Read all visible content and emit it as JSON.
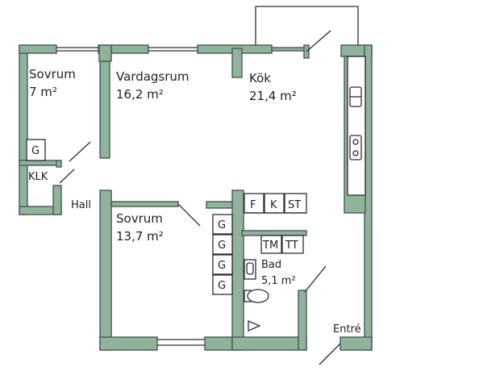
{
  "rooms": {
    "sovrum_small": {
      "name": "Sovrum",
      "area": "7 m²"
    },
    "vardagsrum": {
      "name": "Vardagsrum",
      "area": "16,2 m²"
    },
    "kok": {
      "name": "Kök",
      "area": "21,4 m²"
    },
    "klk": {
      "name": "KLK"
    },
    "hall": {
      "name": "Hall"
    },
    "sovrum_large": {
      "name": "Sovrum",
      "area": "13,7 m²"
    },
    "bad": {
      "name": "Bad",
      "area": "5,1 m²"
    },
    "entre": {
      "name": "Entré"
    }
  },
  "fixtures": {
    "g_sovrum": "G",
    "f": "F",
    "k": "K",
    "st": "ST",
    "tm": "TM",
    "tt": "TT",
    "g_stack": [
      "G",
      "G",
      "G",
      "G"
    ]
  },
  "colors": {
    "wall": "#8fb39d",
    "line": "#2e2e2e"
  }
}
